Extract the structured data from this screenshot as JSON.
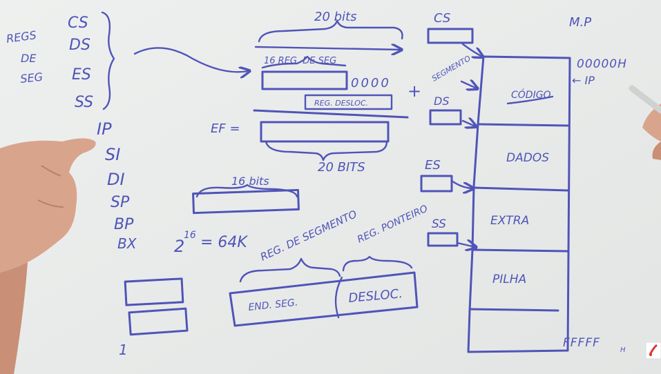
{
  "board": {
    "segment_registers_label": [
      "REGS",
      "DE",
      "SEG"
    ],
    "segment_registers": [
      "CS",
      "DS",
      "ES",
      "SS"
    ],
    "pointer_registers": [
      "IP",
      "SI",
      "DI",
      "SP",
      "BP",
      "BX"
    ],
    "bits_20": "20 bits",
    "reg_seg_16": "16 REG. DE SEG",
    "zeros": "0000",
    "reg_desloc": "REG. DESLOC.",
    "plus": "+",
    "ef": "EF =",
    "bits_20_bottom": "20 BITS",
    "bits_16": "16 bits",
    "power": "2",
    "power_exp": "16",
    "power_value": "= 64K",
    "reg_de_segmento": "REG. DE SEGMENTO",
    "reg_ponteiro": "REG. PONTEIRO",
    "end_seg": "END. SEG.",
    "desloc": "DESLOC.",
    "one": "1",
    "cs_box": "CS",
    "segmento": "SEGMENTO",
    "ds_box": "DS",
    "es_box": "ES",
    "ss_box": "SS",
    "mp": "M.P",
    "addr_start": "00000H",
    "ip_arrow": "← IP",
    "mem_segments": [
      "CÓDIGO",
      "DADOS",
      "EXTRA",
      "PILHA"
    ],
    "addr_end": "FFFFF",
    "addr_end_sub": "H"
  },
  "colors": {
    "board": "#e9ebea",
    "ink": "#4f54b8",
    "skin": "#d9a48c"
  }
}
